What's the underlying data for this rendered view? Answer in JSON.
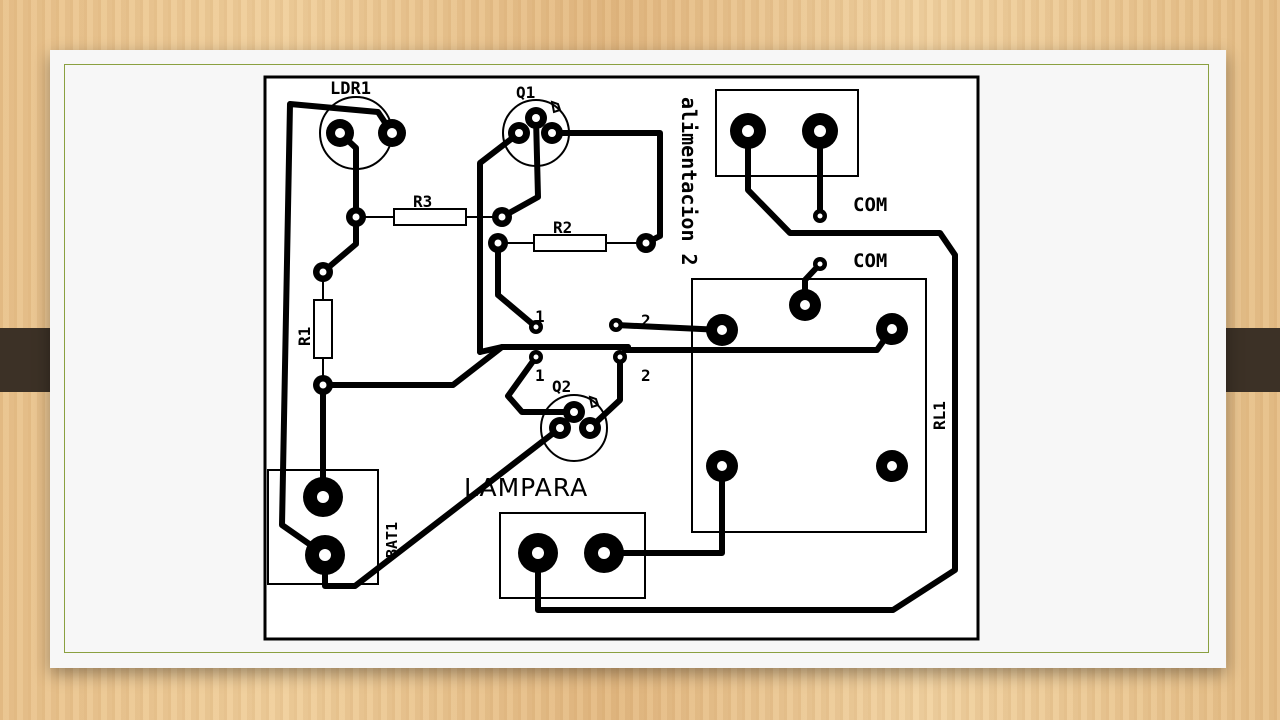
{
  "board": {
    "labels": {
      "ldr1": "LDR1",
      "q1": "Q1",
      "q2": "Q2",
      "r1": "R1",
      "r2": "R2",
      "r3": "R3",
      "rl1": "RL1",
      "bat1": "BAT1",
      "lampara": "LAMPARA",
      "alimentacion": "alimentacion 2",
      "com_1": "COM",
      "com_2": "COM",
      "pin_1_top": "1",
      "pin_2_top": "2",
      "pin_1_bottom": "1",
      "pin_2_bottom": "2"
    }
  }
}
